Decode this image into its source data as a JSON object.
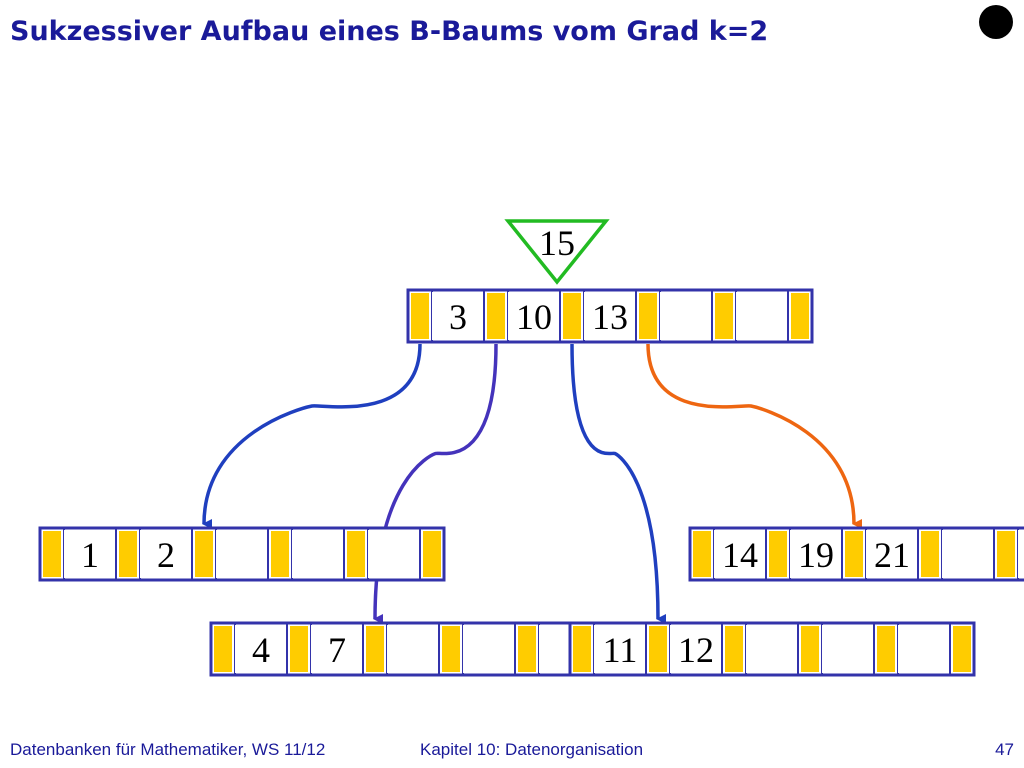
{
  "title": "Sukzessiver Aufbau eines B-Baums vom Grad k=2",
  "footer": {
    "course": "Datenbanken für Mathematiker, WS 11/12",
    "chapter": "Kapitel 10: Datenorganisation",
    "page": "47"
  },
  "colors": {
    "title": "#1a1a99",
    "node_border": "#3333aa",
    "pointer_fill": "#ffcc00",
    "insert_marker": "#22bb22",
    "edge_blue": "#1f3fbf",
    "edge_purple": "#4433bb",
    "edge_orange": "#ee6611"
  },
  "insert_key": "15",
  "nodes": [
    {
      "id": "root",
      "keys": [
        "3",
        "10",
        "13",
        "",
        ""
      ]
    },
    {
      "id": "leaf-1",
      "keys": [
        "1",
        "2",
        "",
        "",
        ""
      ]
    },
    {
      "id": "leaf-2",
      "keys": [
        "4",
        "7",
        "",
        "",
        ""
      ]
    },
    {
      "id": "leaf-3",
      "keys": [
        "11",
        "12",
        "",
        "",
        ""
      ]
    },
    {
      "id": "leaf-4",
      "keys": [
        "14",
        "19",
        "21",
        "",
        ""
      ]
    }
  ],
  "edges": [
    {
      "from": "root",
      "pointer": 0,
      "to": "leaf-1",
      "color": "edge_blue"
    },
    {
      "from": "root",
      "pointer": 1,
      "to": "leaf-2",
      "color": "edge_purple"
    },
    {
      "from": "root",
      "pointer": 2,
      "to": "leaf-3",
      "color": "edge_blue"
    },
    {
      "from": "root",
      "pointer": 3,
      "to": "leaf-4",
      "color": "edge_orange"
    }
  ]
}
